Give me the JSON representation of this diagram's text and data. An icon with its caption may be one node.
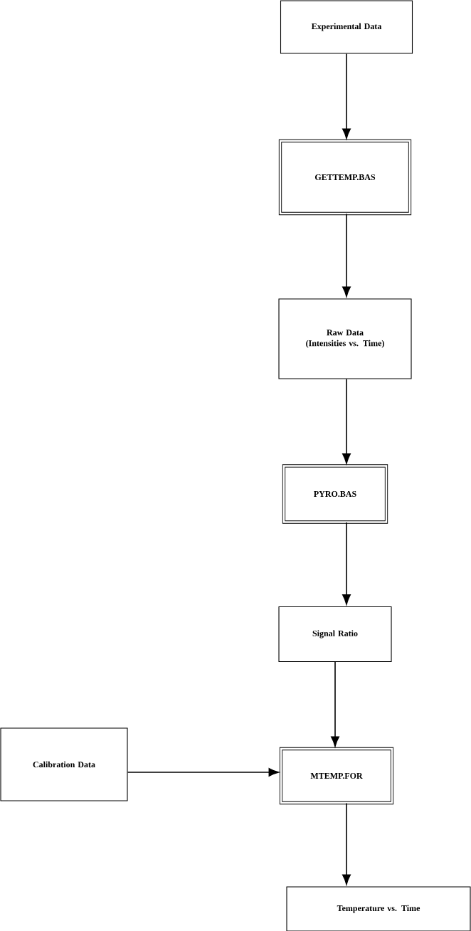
{
  "diagram": {
    "nodes": [
      {
        "text": [
          "Experimental Data"
        ]
      },
      {
        "text": [
          "GETTEMP.BAS"
        ]
      },
      {
        "text": [
          "Raw Data",
          "(Intensities vs. Time)"
        ]
      },
      {
        "text": [
          "PYRO.BAS"
        ]
      },
      {
        "text": [
          "Signal Ratio"
        ]
      },
      {
        "text": [
          "MTEMP.FOR"
        ]
      },
      {
        "text": [
          "Calibration Data"
        ]
      },
      {
        "text": [
          "Temperature vs. Time"
        ]
      }
    ],
    "edges": [
      {
        "from": 0,
        "to": 1,
        "arrow": "to"
      },
      {
        "from": 1,
        "to": 2,
        "arrow": "to"
      },
      {
        "from": 2,
        "to": 3,
        "arrow": "to"
      },
      {
        "from": 3,
        "to": 4,
        "arrow": "to"
      },
      {
        "from": 4,
        "to": 5,
        "arrow": "to"
      },
      {
        "from": 6,
        "to": 5,
        "arrow": "to"
      },
      {
        "from": 5,
        "to": 7,
        "arrow": "to"
      }
    ]
  }
}
